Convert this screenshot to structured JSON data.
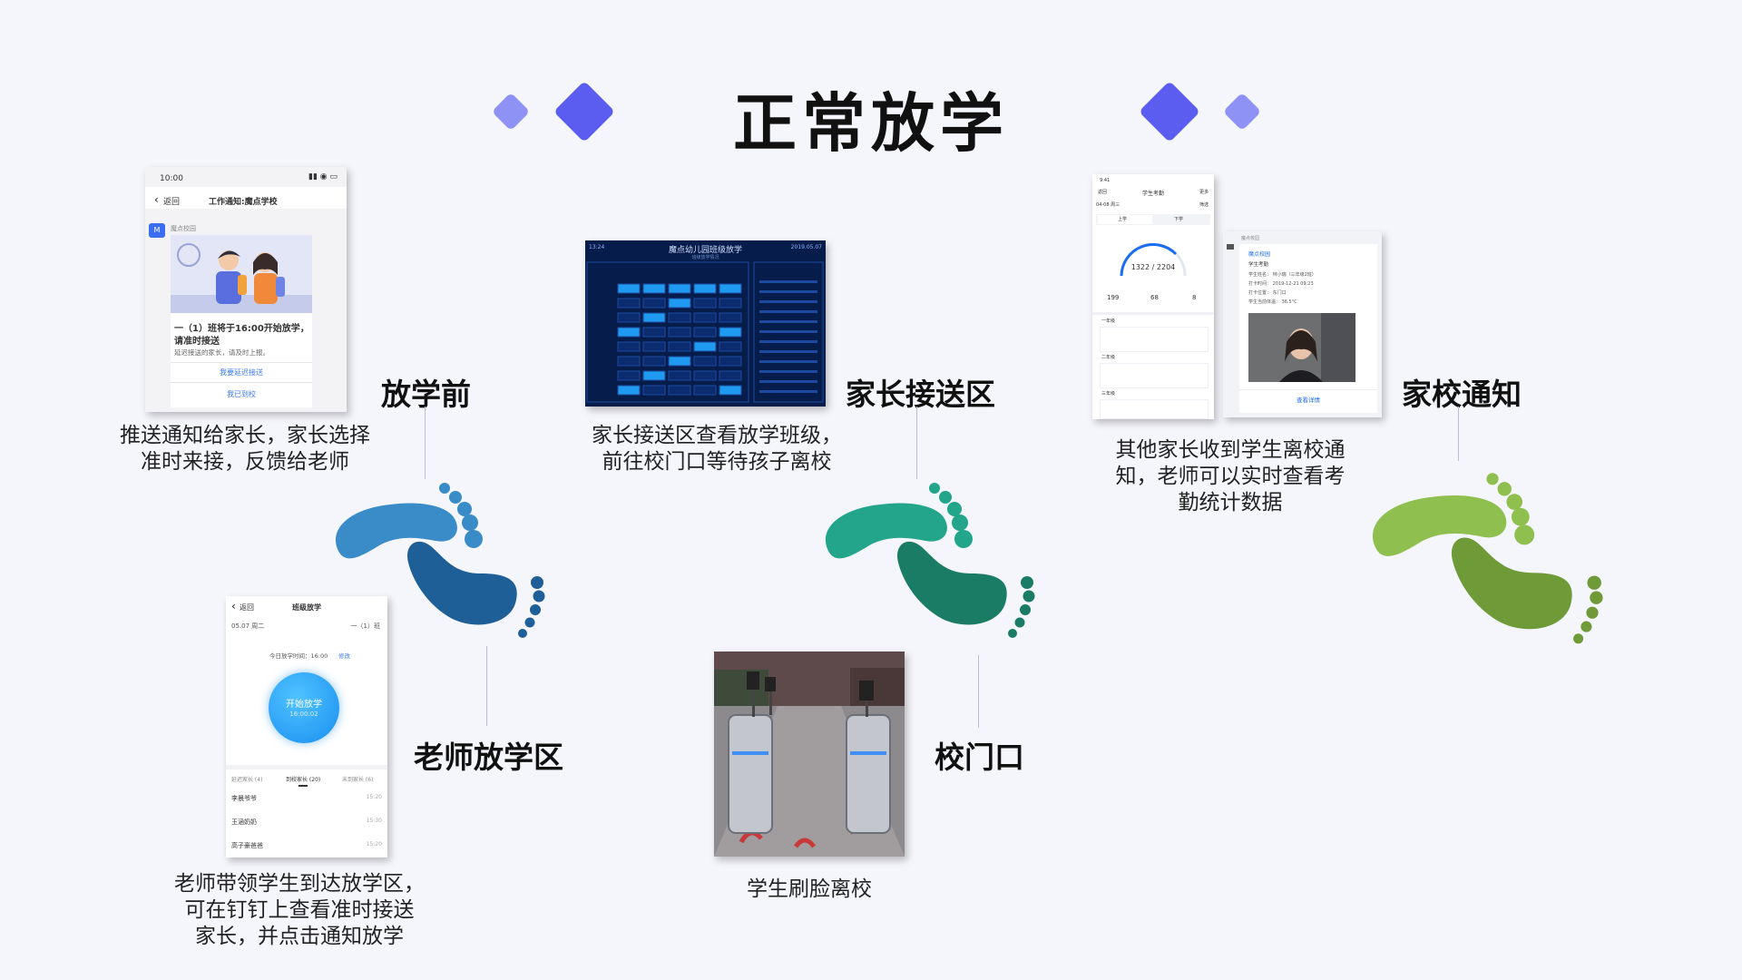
{
  "title": "正常放学",
  "colors": {
    "accent_dark": "#5a5df0",
    "accent_light": "#8e92f5",
    "stage1_blue_light": "#3a8cc8",
    "stage1_blue_dark": "#1f5f97",
    "stage2_teal_light": "#22a58a",
    "stage2_teal_dark": "#1a7c64",
    "stage3_green_light": "#8fbf4f",
    "stage3_green_dark": "#6e9a38"
  },
  "stages": [
    {
      "label": "放学前",
      "desc": [
        "推送通知给家长，家长选择",
        "准时来接，反馈给老师"
      ]
    },
    {
      "label": "老师放学区",
      "desc": [
        "老师带领学生到达放学区，",
        "可在钉钉上查看准时接送",
        "家长，并点击通知放学"
      ]
    },
    {
      "label": "家长接送区",
      "desc": [
        "家长接送区查看放学班级，",
        "前往校门口等待孩子离校"
      ]
    },
    {
      "label": "校门口",
      "desc": [
        "学生刷脸离校"
      ]
    },
    {
      "label": "家校通知",
      "desc": [
        "其他家长收到学生离校通",
        "知，老师可以实时查看考",
        "勤统计数据"
      ]
    }
  ],
  "phone1": {
    "time": "10:00",
    "back": "返回",
    "header": "工作通知:魔点学校",
    "sender": "魔点校园",
    "msg_title": "一（1）班将于16:00开始放学，",
    "msg_title2": "请准时接送",
    "msg_body": "延迟接送的家长，请及时上报。",
    "link1": "我要延迟接送",
    "link2": "我已到校"
  },
  "phone2": {
    "back": "返回",
    "header": "班级放学",
    "date": "05.07 周二",
    "class": "一（1）班",
    "time_label": "今日放学时间：16:00",
    "time_edit": "修改",
    "button": "开始放学",
    "button_time": "16:00:02",
    "tabs": [
      "延迟家长 (4)",
      "到校家长 (20)",
      "未到家长 (6)"
    ],
    "rows": [
      {
        "name": "李晨爷爷",
        "time": "15:20"
      },
      {
        "name": "王涵奶奶",
        "time": "15:30"
      },
      {
        "name": "高子豪爸爸",
        "time": "15:20"
      }
    ]
  },
  "screen": {
    "title": "魔点幼儿园班级放学",
    "subtitle": "班级放学情况",
    "header_left": "13:24",
    "header_right": "2019.05.07"
  },
  "phone3": {
    "time": "9:41",
    "back": "返回",
    "header": "学生考勤",
    "more": "更多",
    "date": "04-08 周三",
    "filter": "筛选",
    "tabs": [
      "上学",
      "下学"
    ],
    "gauge": "1322 / 2204",
    "stats": [
      "199",
      "68",
      "8"
    ],
    "groups": [
      "一年级",
      "二年级",
      "三年级"
    ]
  },
  "notice": {
    "sender": "魔点校园",
    "title": "魔点校园",
    "subtitle": "学生考勤",
    "lines": [
      "学生姓名：  林小瑞（三年级2班）",
      "打卡时间：  2019-12-21  09:23",
      "打卡位置：  东门口",
      "学生当前体温：  36.5°C"
    ],
    "link": "查看详情"
  }
}
